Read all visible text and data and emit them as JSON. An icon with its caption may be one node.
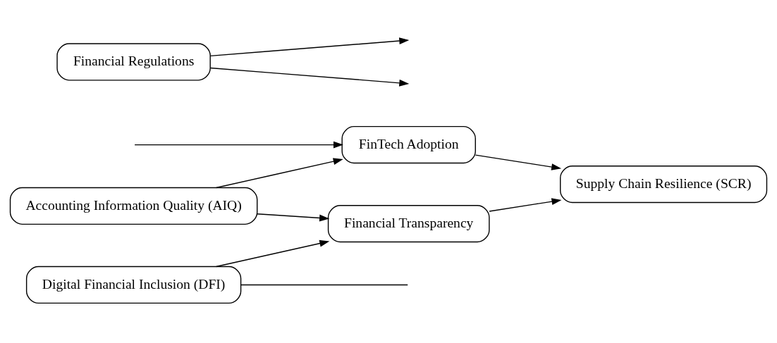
{
  "diagram": {
    "nodes": [
      {
        "text": [
          "Accounting Information Quality (AIQ)"
        ]
      },
      {
        "text": [
          "Digital Financial Inclusion (DFI)"
        ]
      },
      {
        "text": [
          "Financial Transparency"
        ]
      },
      {
        "text": [
          "FinTech Adoption"
        ]
      },
      {
        "text": [
          "Financial Regulations"
        ]
      },
      {
        "text": [
          "Supply Chain Resilience (SCR)"
        ]
      }
    ],
    "edges": [
      {
        "from": 0,
        "to": 2,
        "arrow": "to"
      },
      {
        "from": 0,
        "to": 3,
        "arrow": "to"
      },
      {
        "from": 1,
        "to": 2,
        "arrow": "to"
      },
      {
        "from": 2,
        "to": 5,
        "arrow": "to"
      },
      {
        "from": 3,
        "to": 5,
        "arrow": "to"
      },
      {
        "from": 4,
        "to": null,
        "arrow": "to"
      },
      {
        "from": 4,
        "to": null,
        "arrow": "to"
      },
      {
        "from": 1,
        "to": null,
        "arrow": "none"
      },
      {
        "from": null,
        "to": 3,
        "arrow": "to"
      }
    ]
  }
}
